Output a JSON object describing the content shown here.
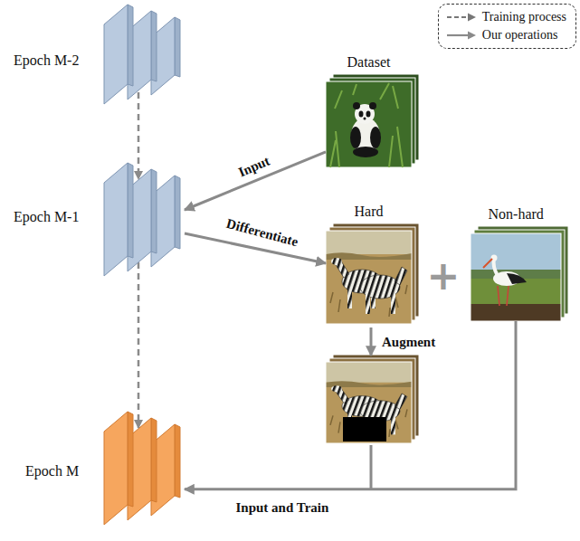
{
  "diagram": {
    "nodes": [
      {
        "text": [
          "Epoch M-2"
        ]
      },
      {
        "text": [
          "Epoch M-1"
        ]
      },
      {
        "text": [
          "Epoch M"
        ]
      },
      {
        "text": [
          "Dataset"
        ]
      },
      {
        "text": [
          "Hard"
        ]
      },
      {
        "text": [
          "Non-hard"
        ]
      }
    ],
    "edges": [
      {
        "from": 0,
        "to": 1,
        "arrow": "to"
      },
      {
        "from": 1,
        "to": 2,
        "arrow": "to"
      },
      {
        "from": 3,
        "to": 1,
        "label": "Input",
        "arrow": "to"
      },
      {
        "from": 1,
        "to": 4,
        "label": "Differentiate",
        "arrow": "to"
      },
      {
        "from": 5,
        "to": 2,
        "label": "Input and Train",
        "arrow": "to"
      }
    ],
    "labels": [
      "+",
      "Augment"
    ],
    "legend": [
      {
        "text": "Training process"
      },
      {
        "text": "Our operations"
      }
    ]
  }
}
